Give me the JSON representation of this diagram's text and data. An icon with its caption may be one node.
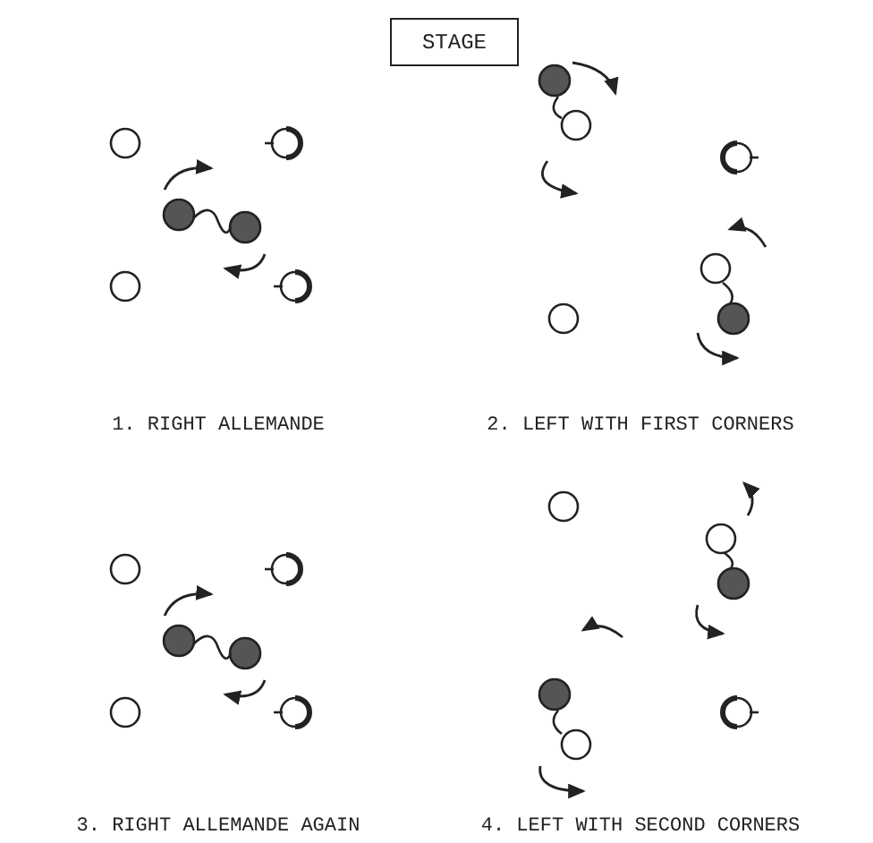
{
  "diagram": {
    "nodes": [
      {
        "text": [
          "STAGE"
        ]
      }
    ],
    "labels": [
      "1. RIGHT ALLEMANDE",
      "2. LEFT WITH FIRST CORNERS",
      "3. RIGHT ALLEMANDE AGAIN",
      "4. LEFT WITH SECOND CORNERS"
    ]
  }
}
